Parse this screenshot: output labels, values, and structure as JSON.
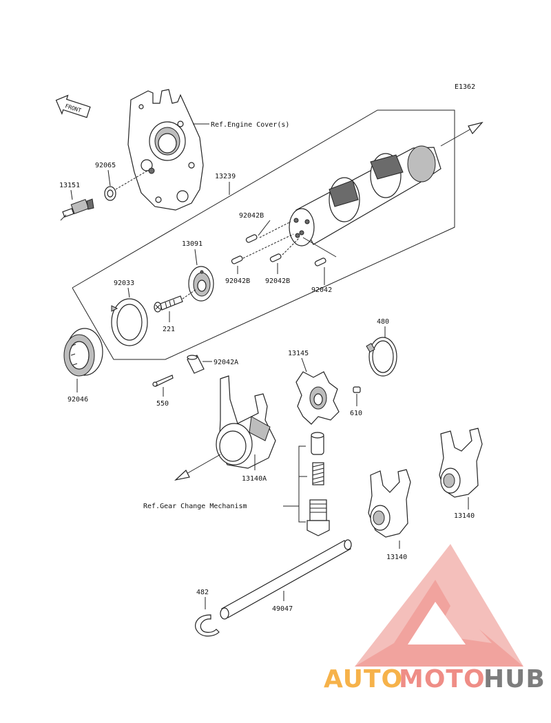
{
  "diagram_code": "E1362",
  "front_label": "FRONT",
  "references": {
    "engine_cover": "Ref.Engine Cover(s)",
    "gear_change": "Ref.Gear Change Mechanism"
  },
  "parts": {
    "p13239": "13239",
    "p92065": "92065",
    "p13151": "13151",
    "p92042B_a": "92042B",
    "p92042B_b": "92042B",
    "p92042B_c": "92042B",
    "p92042": "92042",
    "p13091": "13091",
    "p92033": "92033",
    "p221": "221",
    "p92046": "92046",
    "p92042A": "92042A",
    "p550": "550",
    "p13145": "13145",
    "p480": "480",
    "p610": "610",
    "p13140A": "13140A",
    "p13140_a": "13140",
    "p13140_b": "13140",
    "p482": "482",
    "p49047": "49047"
  },
  "watermark": {
    "auto": "AUTO",
    "moto": "MOTO",
    "hub": "HUB",
    "colors": {
      "orange": "#f6b24a",
      "red": "#ef8d86",
      "gray": "#7d7d7d"
    }
  }
}
